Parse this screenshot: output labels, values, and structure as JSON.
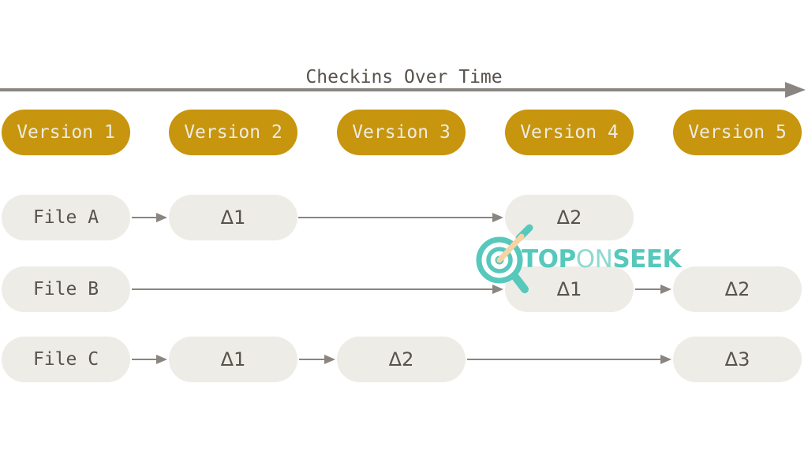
{
  "header": {
    "title": "Checkins Over Time"
  },
  "versions": [
    {
      "label": "Version 1"
    },
    {
      "label": "Version 2"
    },
    {
      "label": "Version 3"
    },
    {
      "label": "Version 4"
    },
    {
      "label": "Version 5"
    }
  ],
  "files": [
    {
      "label": "File A",
      "deltas": [
        {
          "label": "Δ1"
        },
        {
          "label": "Δ2"
        }
      ]
    },
    {
      "label": "File B",
      "deltas": [
        {
          "label": "Δ1"
        },
        {
          "label": "Δ2"
        }
      ]
    },
    {
      "label": "File C",
      "deltas": [
        {
          "label": "Δ1"
        },
        {
          "label": "Δ2"
        },
        {
          "label": "Δ3"
        }
      ]
    }
  ],
  "watermark": {
    "brand_top": "TOP",
    "brand_on": "ON",
    "brand_seek": "SEEK",
    "icon": "target-magnifier-dart-icon"
  },
  "colors": {
    "version_pill": "#c7950e",
    "version_pill_text": "#edebe3",
    "file_box": "#edece6",
    "text_dark": "#57534c",
    "arrow": "#8a8580",
    "brand_teal": "#56c8bc",
    "brand_teal_light": "#8ed9d0",
    "brand_peach": "#f5d3a4"
  }
}
